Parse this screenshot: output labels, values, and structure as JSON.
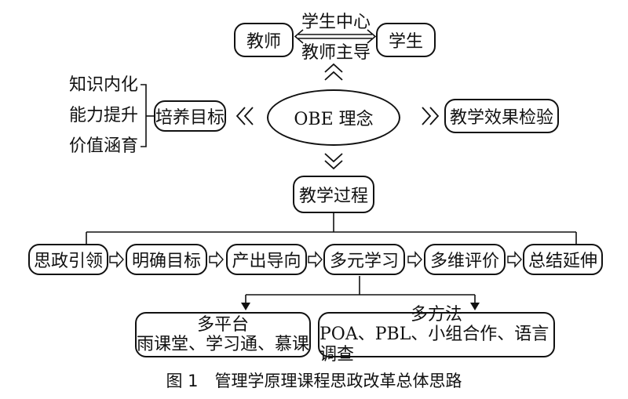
{
  "top": {
    "left_box": "教师",
    "right_box": "学生",
    "arrow_top_label": "学生中心",
    "arrow_bottom_label": "教师主导"
  },
  "left_side": {
    "list": [
      "知识内化",
      "能力提升",
      "价值涵育"
    ],
    "target_box": "培养目标"
  },
  "center": {
    "oval": "OBE 理念"
  },
  "right_side": {
    "box": "教学效果检验"
  },
  "process": {
    "box": "教学过程"
  },
  "flow_steps": [
    "思政引领",
    "明确目标",
    "产出导向",
    "多元学习",
    "多维评价",
    "总结延伸"
  ],
  "bottom": {
    "platform": {
      "title": "多平台",
      "detail": "雨课堂、学习通、慕课"
    },
    "method": {
      "title": "多方法",
      "detail": "POA、PBL、小组合作、语言调查"
    }
  },
  "caption": "图 1　管理学原理课程思政改革总体思路"
}
